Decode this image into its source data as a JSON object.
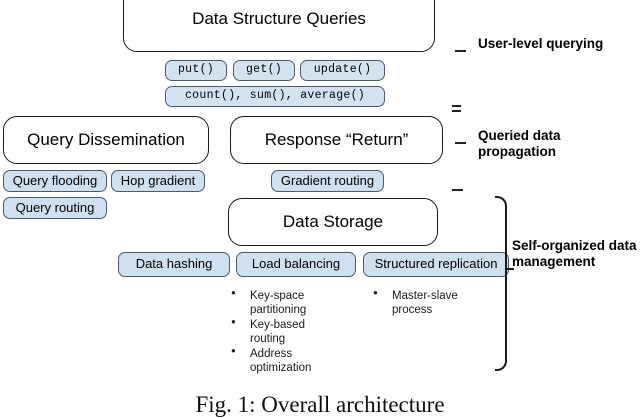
{
  "figure": {
    "caption": "Fig. 1: Overall architecture"
  },
  "layers": {
    "user_level": {
      "title": "Data Structure Queries",
      "api_boxes": [
        {
          "label": "put()"
        },
        {
          "label": "get()"
        },
        {
          "label": "update()"
        },
        {
          "label": "count(), sum(), average()"
        }
      ],
      "group_label": "User-level querying"
    },
    "propagation": {
      "query_dissemination": "Query Dissemination",
      "response_return": "Response “Return”",
      "query_methods": [
        {
          "label": "Query flooding"
        },
        {
          "label": "Hop gradient"
        },
        {
          "label": "Query routing"
        }
      ],
      "response_methods": [
        {
          "label": "Gradient routing"
        }
      ],
      "group_label": "Queried data propagation"
    },
    "self_organized": {
      "data_storage": "Data Storage",
      "mechanisms": [
        {
          "label": "Data hashing"
        },
        {
          "label": "Load balancing"
        },
        {
          "label": "Structured replication"
        }
      ],
      "details_left": [
        "Key-space partitioning",
        "Key-based routing",
        "Address optimization"
      ],
      "details_right": [
        "Master-slave process"
      ],
      "group_label": "Self-organized data management"
    }
  },
  "colors": {
    "box_fill_blue": "#cfe0f0",
    "box_fill_white": "#ffffff",
    "border": "#1a1a1a",
    "text": "#000000"
  }
}
